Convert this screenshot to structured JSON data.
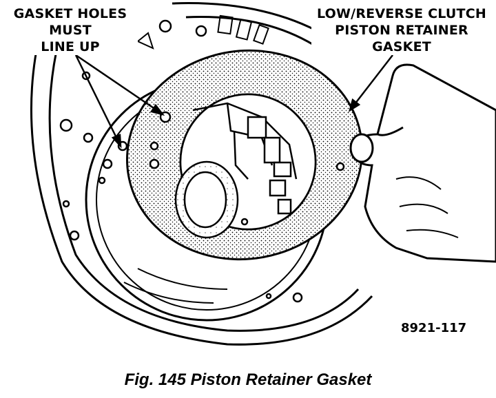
{
  "callouts": {
    "left": {
      "lines": [
        "GASKET HOLES",
        "MUST",
        "LINE UP"
      ]
    },
    "right": {
      "lines": [
        "LOW/REVERSE CLUTCH",
        "PISTON RETAINER",
        "GASKET"
      ]
    }
  },
  "figure_number": "8921-117",
  "caption": "Fig. 145 Piston Retainer Gasket"
}
